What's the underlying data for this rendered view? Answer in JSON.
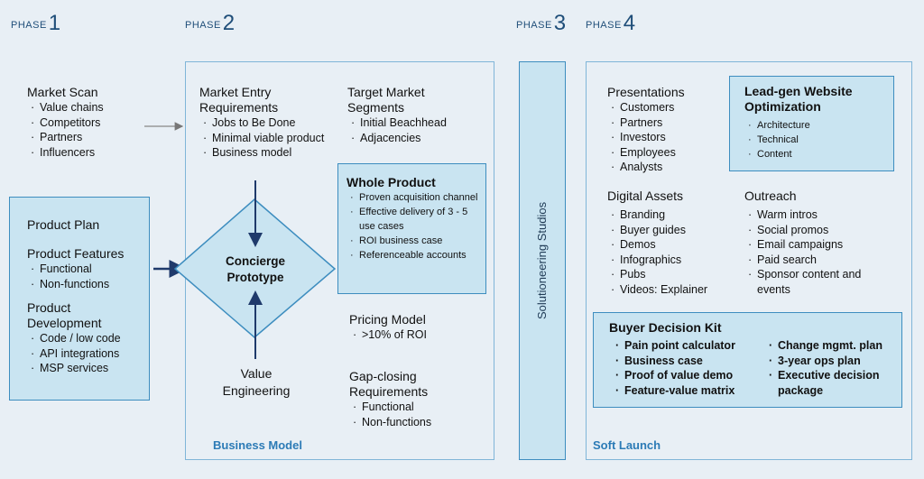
{
  "phases": [
    {
      "label": "PHASE",
      "num": "1"
    },
    {
      "label": "PHASE",
      "num": "2"
    },
    {
      "label": "PHASE",
      "num": "3"
    },
    {
      "label": "PHASE",
      "num": "4"
    }
  ],
  "market_scan": {
    "title": "Market Scan",
    "items": [
      "Value chains",
      "Competitors",
      "Partners",
      "Influencers"
    ]
  },
  "product_box": {
    "plan": "Product Plan",
    "features_title": "Product Features",
    "features": [
      "Functional",
      "Non-functions"
    ],
    "dev_title": "Product Development",
    "dev_items": [
      "Code / low code",
      "API integrations",
      "MSP services"
    ]
  },
  "phase2": {
    "entry_title": "Market Entry Requirements",
    "entry_items": [
      "Jobs to Be Done",
      "Minimal viable product",
      "Business model"
    ],
    "target_title": "Target Market Segments",
    "target_items": [
      "Initial Beachhead",
      "Adjacencies"
    ],
    "whole_title": "Whole Product",
    "whole_items": [
      "Proven acquisition channel",
      "Effective delivery of 3 - 5 use cases",
      "ROI business case",
      "Referenceable accounts"
    ],
    "concierge": "Concierge Prototype",
    "value_eng": "Value Engineering",
    "pricing_title": "Pricing Model",
    "pricing_items": [
      ">10% of ROI"
    ],
    "gap_title": "Gap-closing Requirements",
    "gap_items": [
      "Functional",
      "Non-functions"
    ],
    "caption": "Business Model"
  },
  "phase3": {
    "label": "Solutioneering Studios"
  },
  "phase4": {
    "presentations_title": "Presentations",
    "presentations_items": [
      "Customers",
      "Partners",
      "Investors",
      "Employees",
      "Analysts"
    ],
    "leadgen_title": "Lead-gen Website Optimization",
    "leadgen_items": [
      "Architecture",
      "Technical",
      "Content"
    ],
    "digital_title": "Digital Assets",
    "digital_items": [
      "Branding",
      "Buyer guides",
      "Demos",
      "Infographics",
      "Pubs",
      "Videos: Explainer"
    ],
    "outreach_title": "Outreach",
    "outreach_items": [
      "Warm intros",
      "Social promos",
      "Email campaigns",
      "Paid search",
      "Sponsor content and events"
    ],
    "kit_title": "Buyer Decision Kit",
    "kit_left": [
      "Pain point calculator",
      "Business case",
      "Proof of value demo",
      "Feature-value matrix"
    ],
    "kit_right": [
      "Change mgmt. plan",
      "3-year ops plan",
      "Executive decision package"
    ],
    "caption": "Soft Launch"
  }
}
